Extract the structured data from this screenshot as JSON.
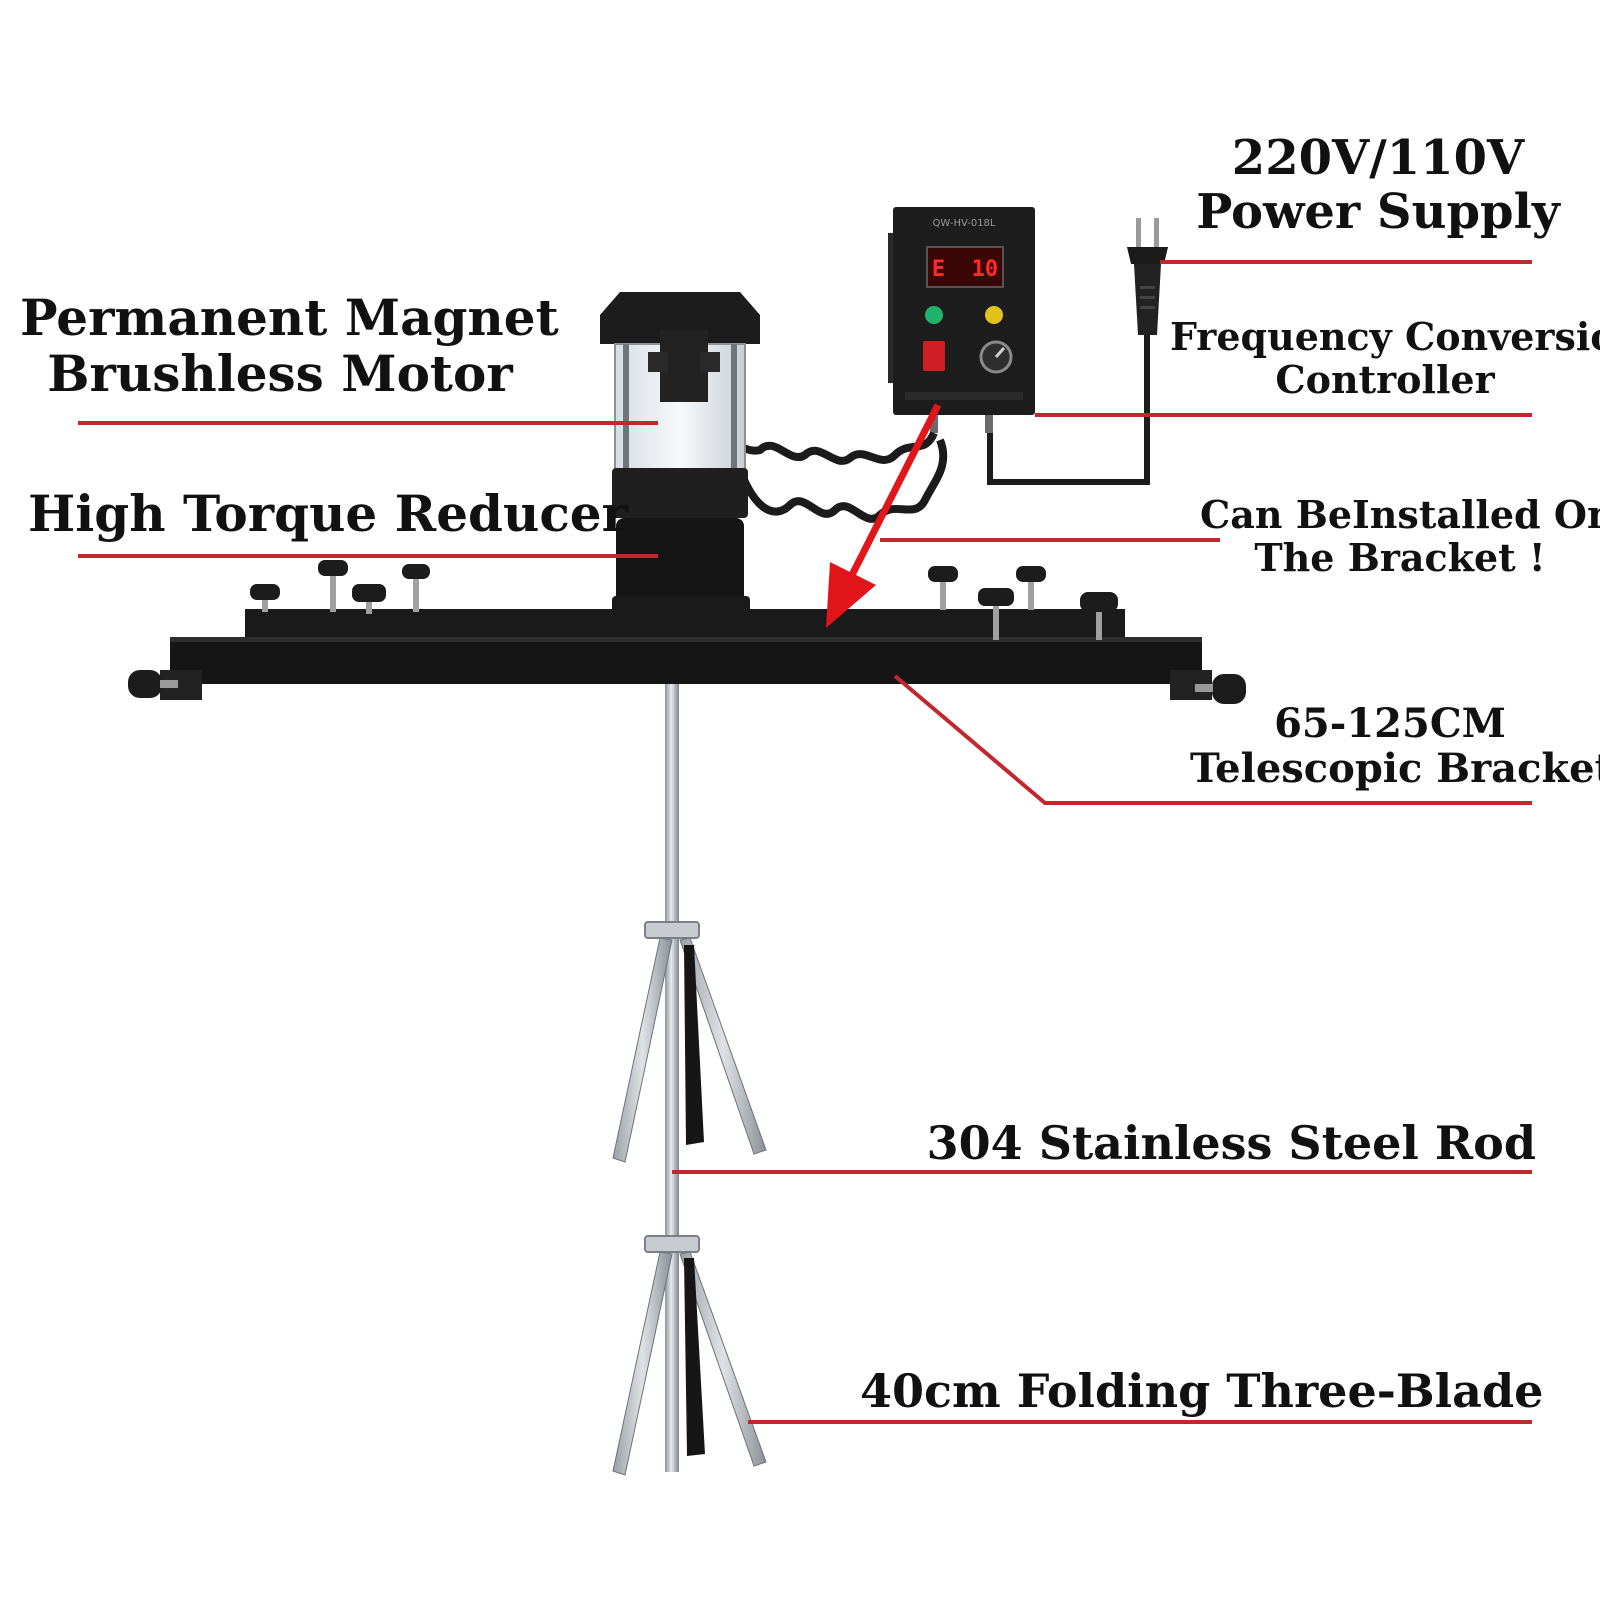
{
  "colors": {
    "leader": "#c1272d",
    "arrow": "#e2151b",
    "metal_dark": "#1b1b1b",
    "steel": "#b9bdc2",
    "display_digits": "#ff2a2a"
  },
  "labels": {
    "power_supply": {
      "line1": "220V/110V",
      "line2": "Power Supply"
    },
    "motor": {
      "line1": "Permanent Magnet",
      "line2": "Brushless Motor"
    },
    "controller": {
      "line1": "Frequency Conversion",
      "line2": "Controller"
    },
    "reducer": {
      "line1": "High Torque Reducer"
    },
    "bracket_install": {
      "line1": "Can BeInstalled On",
      "line2": "The Bracket !"
    },
    "telescopic": {
      "line1": "65-125CM",
      "line2": "Telescopic Bracket"
    },
    "rod": {
      "line1": "304 Stainless Steel Rod"
    },
    "blade": {
      "line1": "40cm Folding Three-Blade"
    }
  },
  "controller_panel": {
    "model": "QW-HV-018L",
    "display": "E  10"
  },
  "icons": [
    "power-plug-icon",
    "motor-icon",
    "controller-box-icon",
    "stirring-blade-icon"
  ]
}
